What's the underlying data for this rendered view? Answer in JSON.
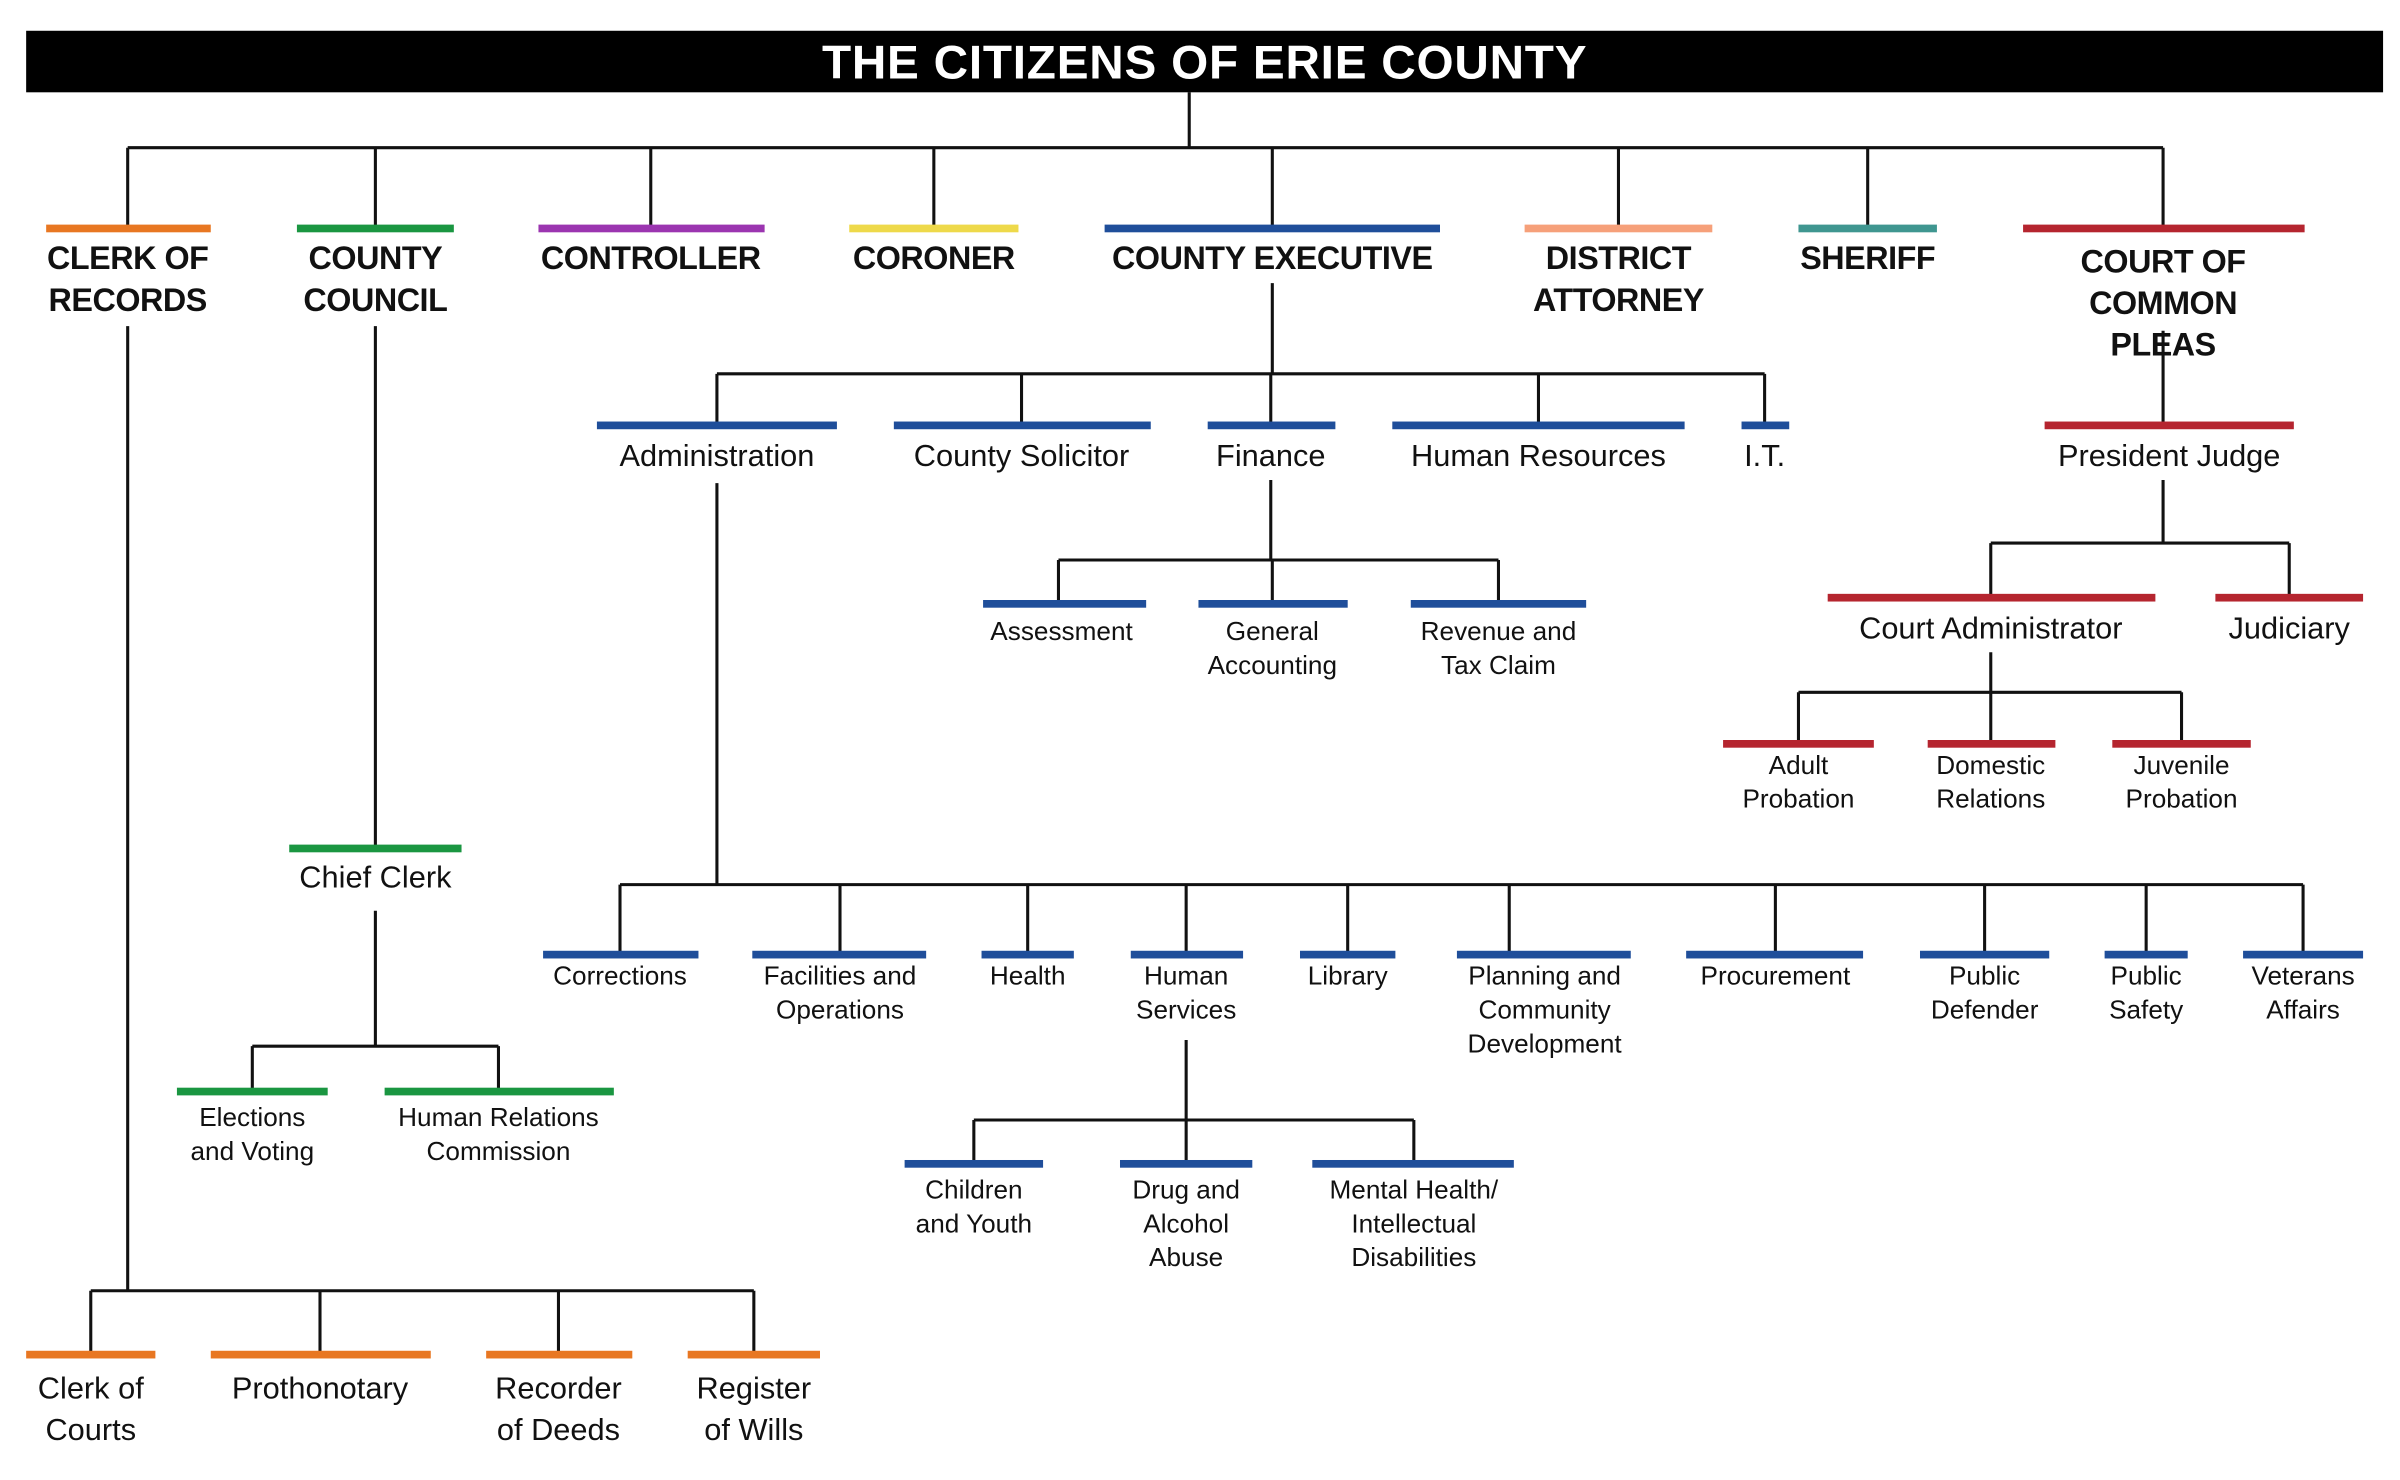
{
  "title": "THE CITIZENS OF ERIE COUNTY",
  "colors": {
    "clerk": "#E87722",
    "council": "#1A9641",
    "controller": "#9B35B0",
    "coroner": "#EED94A",
    "executive": "#1F4E9A",
    "da": "#F6A07A",
    "sheriff": "#3F9690",
    "court": "#B5252F"
  },
  "nodes": {
    "clerk_of_records": "CLERK OF\nRECORDS",
    "county_council": "COUNTY\nCOUNCIL",
    "controller": "CONTROLLER",
    "coroner": "CORONER",
    "county_executive": "COUNTY EXECUTIVE",
    "district_attorney": "DISTRICT\nATTORNEY",
    "sheriff": "SHERIFF",
    "court_of_common_pleas": "COURT OF\nCOMMON PLEAS",
    "administration": "Administration",
    "county_solicitor": "County Solicitor",
    "finance": "Finance",
    "human_resources": "Human Resources",
    "it": "I.T.",
    "assessment": "Assessment",
    "general_accounting": "General\nAccounting",
    "revenue_tax_claim": "Revenue and\nTax Claim",
    "president_judge": "President Judge",
    "court_administrator": "Court Administrator",
    "judiciary": "Judiciary",
    "adult_probation": "Adult\nProbation",
    "domestic_relations": "Domestic\nRelations",
    "juvenile_probation": "Juvenile\nProbation",
    "corrections": "Corrections",
    "facilities": "Facilities and\nOperations",
    "health": "Health",
    "human_services": "Human\nServices",
    "library": "Library",
    "planning": "Planning and\nCommunity\nDevelopment",
    "procurement": "Procurement",
    "public_defender": "Public\nDefender",
    "public_safety": "Public\nSafety",
    "veterans_affairs": "Veterans\nAffairs",
    "children_youth": "Children\nand Youth",
    "drug_alcohol": "Drug and\nAlcohol\nAbuse",
    "mental_health": "Mental Health/\nIntellectual\nDisabilities",
    "chief_clerk": "Chief Clerk",
    "elections_voting": "Elections\nand Voting",
    "human_relations": "Human Relations\nCommission",
    "clerk_of_courts": "Clerk of\nCourts",
    "prothonotary": "Prothonotary",
    "recorder_of_deeds": "Recorder\nof Deeds",
    "register_of_wills": "Register\nof Wills"
  }
}
